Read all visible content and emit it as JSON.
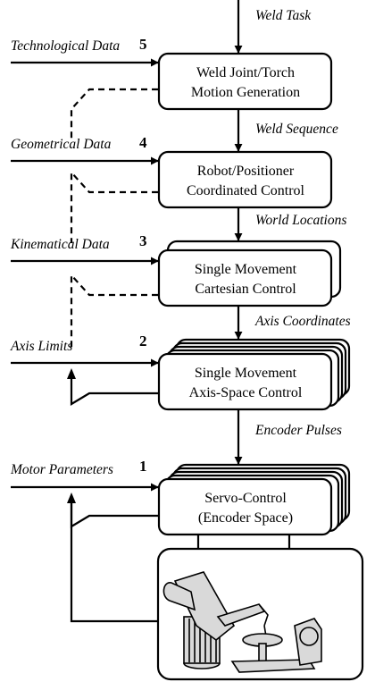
{
  "blocks": [
    {
      "number": "5",
      "lines": [
        "Weld Joint/Torch",
        "Motion Generation"
      ]
    },
    {
      "number": "4",
      "lines": [
        "Robot/Positioner",
        "Coordinated Control"
      ]
    },
    {
      "number": "3",
      "lines": [
        "Single Movement",
        "Cartesian Control"
      ]
    },
    {
      "number": "2",
      "lines": [
        "Single Movement",
        "Axis-Space Control"
      ]
    },
    {
      "number": "1",
      "lines": [
        "Servo-Control",
        "(Encoder Space)"
      ]
    }
  ],
  "flow_labels": {
    "weld_task": "Weld Task",
    "weld_sequence": "Weld Sequence",
    "world_locations": "World Locations",
    "axis_coordinates": "Axis Coordinates",
    "encoder_pulses": "Encoder Pulses"
  },
  "inputs": {
    "technological": "Technological Data",
    "geometrical": "Geometrical Data",
    "kinematical": "Kinematical Data",
    "axis_limits": "Axis Limits",
    "motor_parameters": "Motor Parameters"
  }
}
